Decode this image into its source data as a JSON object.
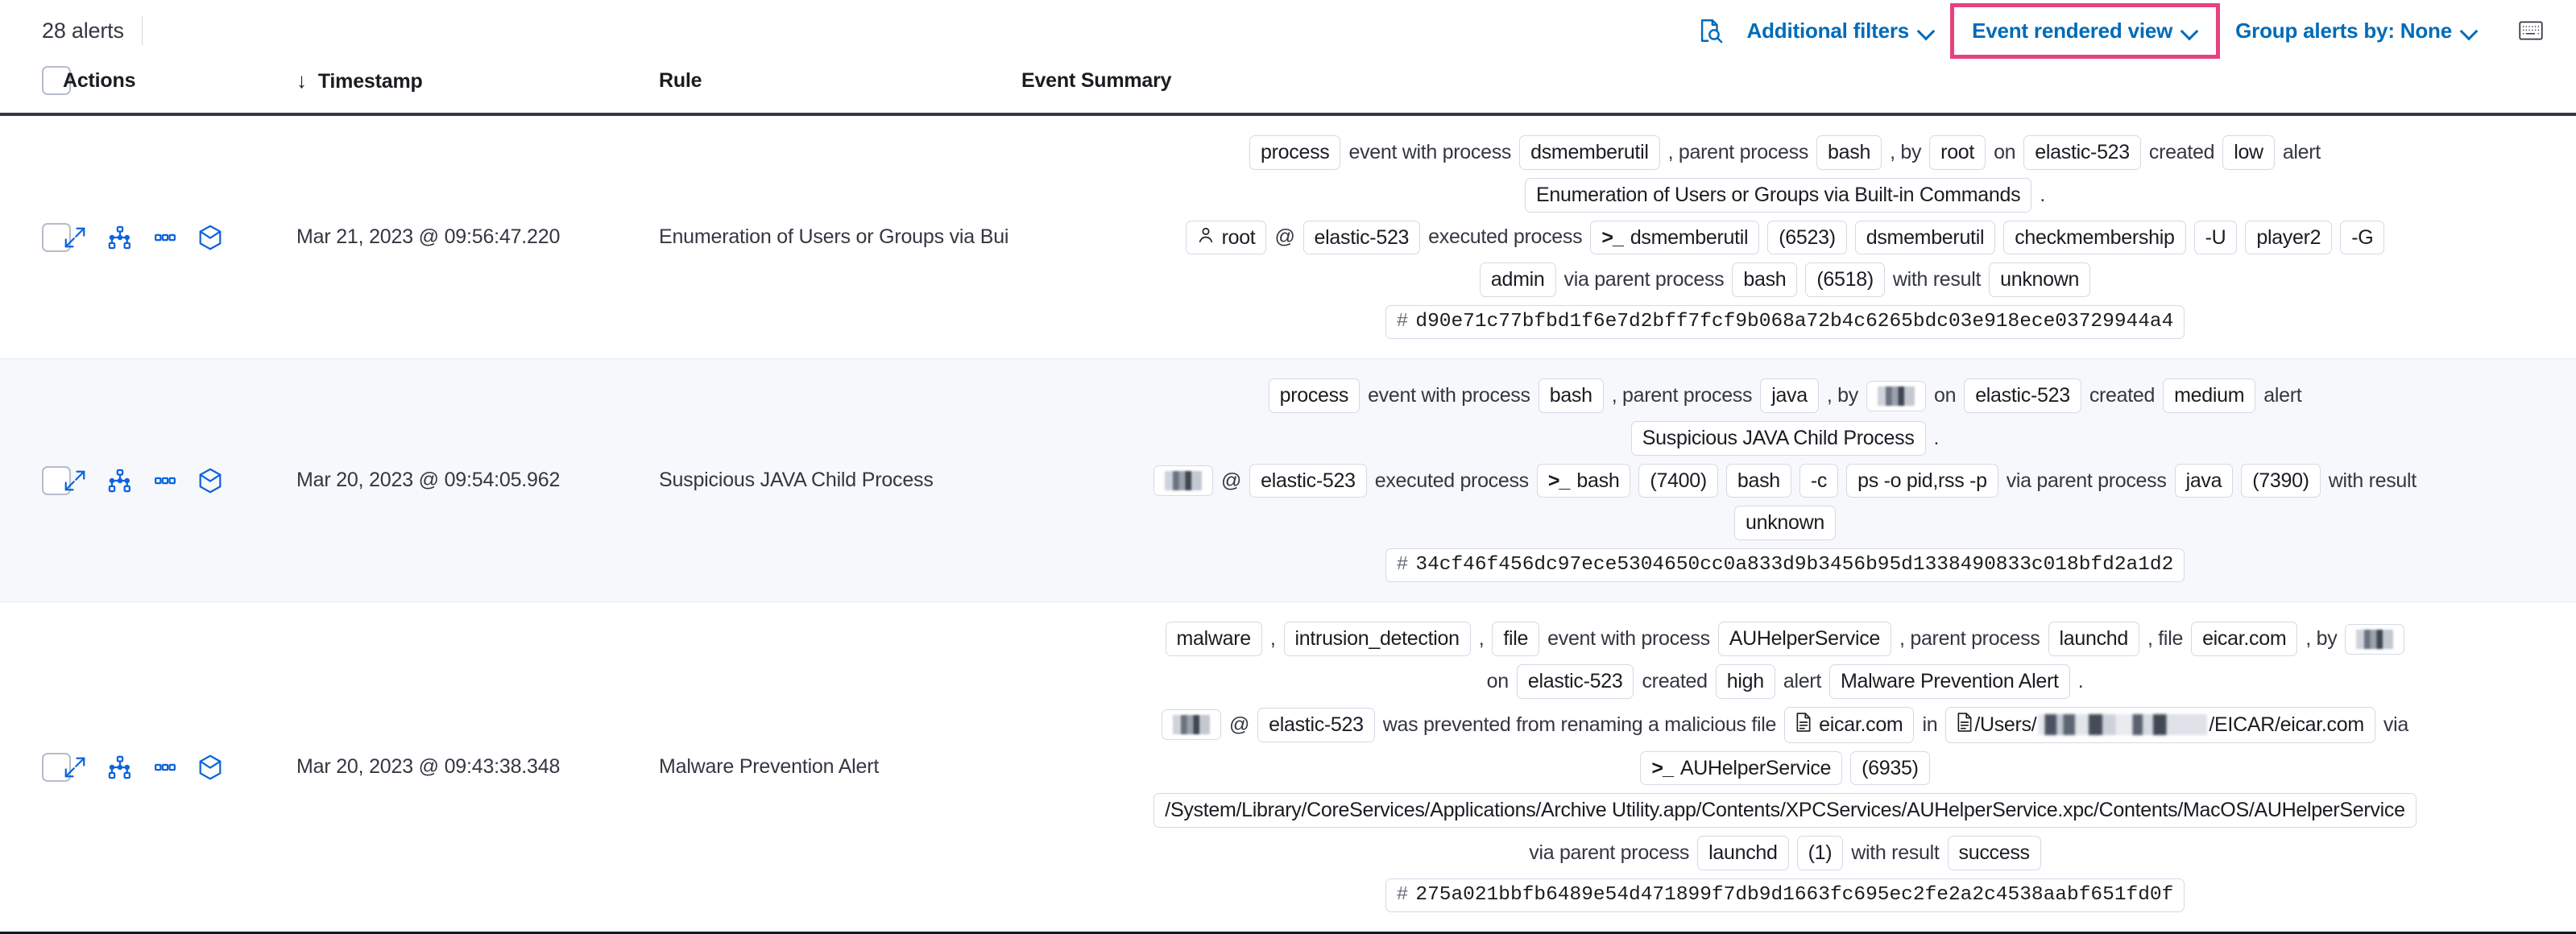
{
  "toolbar": {
    "alerts_count": "28 alerts",
    "inspect_icon": "inspect-query-icon",
    "additional_filters": "Additional filters",
    "event_rendered_view": "Event rendered view",
    "group_alerts_by": "Group alerts by: None",
    "keyboard_icon": "keyboard-shortcuts-icon",
    "highlight_color": "#e7417f",
    "link_color": "#006bb8"
  },
  "table": {
    "headers": {
      "select_all": "select-all-checkbox",
      "actions": "Actions",
      "timestamp": "Timestamp",
      "sort_indicator": "↓",
      "rule": "Rule",
      "event_summary": "Event Summary"
    },
    "row_actions": [
      "expand-icon",
      "analyzer-icon",
      "more-actions-icon",
      "session-view-icon"
    ],
    "rows": [
      {
        "timestamp": "Mar 21, 2023 @ 09:56:47.220",
        "rule": "Enumeration of Users or Groups via Bui",
        "summary_lines": [
          {
            "align": "center",
            "tokens": [
              {
                "t": "pill",
                "v": "process"
              },
              {
                "t": "txt",
                "v": "event with process"
              },
              {
                "t": "pill",
                "v": "dsmemberutil"
              },
              {
                "t": "txt",
                "v": ", parent process"
              },
              {
                "t": "pill",
                "v": "bash"
              },
              {
                "t": "txt",
                "v": ", by"
              },
              {
                "t": "pill",
                "v": "root"
              },
              {
                "t": "txt",
                "v": "on"
              },
              {
                "t": "pill",
                "v": "elastic-523"
              },
              {
                "t": "txt",
                "v": "created"
              },
              {
                "t": "pill",
                "v": "low"
              },
              {
                "t": "txt",
                "v": "alert"
              }
            ]
          },
          {
            "align": "center",
            "tokens": [
              {
                "t": "pill",
                "v": "Enumeration of Users or Groups via Built-in Commands"
              },
              {
                "t": "txt",
                "v": "."
              }
            ]
          },
          {
            "align": "center",
            "tokens": [
              {
                "t": "pill-user",
                "v": "root"
              },
              {
                "t": "txt",
                "v": "@"
              },
              {
                "t": "pill",
                "v": "elastic-523"
              },
              {
                "t": "txt",
                "v": "executed process"
              },
              {
                "t": "pill-proc",
                "v": "dsmemberutil"
              },
              {
                "t": "pill",
                "v": "(6523)"
              },
              {
                "t": "pill",
                "v": "dsmemberutil"
              },
              {
                "t": "pill",
                "v": "checkmembership"
              },
              {
                "t": "pill",
                "v": "-U"
              },
              {
                "t": "pill",
                "v": "player2"
              },
              {
                "t": "pill",
                "v": "-G"
              }
            ]
          },
          {
            "align": "center",
            "tokens": [
              {
                "t": "pill",
                "v": "admin"
              },
              {
                "t": "txt",
                "v": "via parent process"
              },
              {
                "t": "pill",
                "v": "bash"
              },
              {
                "t": "pill",
                "v": "(6518)"
              },
              {
                "t": "txt",
                "v": "with result"
              },
              {
                "t": "pill",
                "v": "unknown"
              }
            ]
          },
          {
            "align": "center",
            "tokens": [
              {
                "t": "pill-hash",
                "v": "d90e71c77bfbd1f6e7d2bff7fcf9b068a72b4c6265bdc03e918ece03729944a4"
              }
            ]
          }
        ]
      },
      {
        "timestamp": "Mar 20, 2023 @ 09:54:05.962",
        "rule": "Suspicious JAVA Child Process",
        "summary_lines": [
          {
            "align": "center",
            "tokens": [
              {
                "t": "pill",
                "v": "process"
              },
              {
                "t": "txt",
                "v": "event with process"
              },
              {
                "t": "pill",
                "v": "bash"
              },
              {
                "t": "txt",
                "v": ", parent process"
              },
              {
                "t": "pill",
                "v": "java"
              },
              {
                "t": "txt",
                "v": ", by"
              },
              {
                "t": "pill-redacted",
                "v": ""
              },
              {
                "t": "txt",
                "v": "on"
              },
              {
                "t": "pill",
                "v": "elastic-523"
              },
              {
                "t": "txt",
                "v": "created"
              },
              {
                "t": "pill",
                "v": "medium"
              },
              {
                "t": "txt",
                "v": "alert"
              }
            ]
          },
          {
            "align": "center",
            "tokens": [
              {
                "t": "pill",
                "v": "Suspicious JAVA Child Process"
              },
              {
                "t": "txt",
                "v": "."
              }
            ]
          },
          {
            "align": "center",
            "tokens": [
              {
                "t": "pill-redacted",
                "v": ""
              },
              {
                "t": "txt",
                "v": "@"
              },
              {
                "t": "pill",
                "v": "elastic-523"
              },
              {
                "t": "txt",
                "v": "executed process"
              },
              {
                "t": "pill-proc",
                "v": "bash"
              },
              {
                "t": "pill",
                "v": "(7400)"
              },
              {
                "t": "pill",
                "v": "bash"
              },
              {
                "t": "pill",
                "v": "-c"
              },
              {
                "t": "pill",
                "v": "ps -o pid,rss -p"
              },
              {
                "t": "txt",
                "v": "via parent process"
              },
              {
                "t": "pill",
                "v": "java"
              },
              {
                "t": "pill",
                "v": "(7390)"
              },
              {
                "t": "txt",
                "v": "with result"
              }
            ]
          },
          {
            "align": "center",
            "tokens": [
              {
                "t": "pill",
                "v": "unknown"
              }
            ]
          },
          {
            "align": "center",
            "tokens": [
              {
                "t": "pill-hash",
                "v": "34cf46f456dc97ece5304650cc0a833d9b3456b95d1338490833c018bfd2a1d2"
              }
            ]
          }
        ]
      },
      {
        "timestamp": "Mar 20, 2023 @ 09:43:38.348",
        "rule": "Malware Prevention Alert",
        "summary_lines": [
          {
            "align": "center",
            "tokens": [
              {
                "t": "pill",
                "v": "malware"
              },
              {
                "t": "txt",
                "v": ","
              },
              {
                "t": "pill",
                "v": "intrusion_detection"
              },
              {
                "t": "txt",
                "v": ","
              },
              {
                "t": "pill",
                "v": "file"
              },
              {
                "t": "txt",
                "v": "event with process"
              },
              {
                "t": "pill",
                "v": "AUHelperService"
              },
              {
                "t": "txt",
                "v": ", parent process"
              },
              {
                "t": "pill",
                "v": "launchd"
              },
              {
                "t": "txt",
                "v": ", file"
              },
              {
                "t": "pill",
                "v": "eicar.com"
              },
              {
                "t": "txt",
                "v": ", by"
              },
              {
                "t": "pill-redacted",
                "v": ""
              }
            ]
          },
          {
            "align": "center",
            "tokens": [
              {
                "t": "txt",
                "v": "on"
              },
              {
                "t": "pill",
                "v": "elastic-523"
              },
              {
                "t": "txt",
                "v": "created"
              },
              {
                "t": "pill",
                "v": "high"
              },
              {
                "t": "txt",
                "v": "alert"
              },
              {
                "t": "pill",
                "v": "Malware Prevention Alert"
              },
              {
                "t": "txt",
                "v": "."
              }
            ]
          },
          {
            "align": "center",
            "tokens": [
              {
                "t": "pill-redacted",
                "v": ""
              },
              {
                "t": "txt",
                "v": "@"
              },
              {
                "t": "pill",
                "v": "elastic-523"
              },
              {
                "t": "txt",
                "v": "was prevented from renaming a malicious file"
              },
              {
                "t": "pill-file",
                "v": "eicar.com"
              },
              {
                "t": "txt",
                "v": "in"
              },
              {
                "t": "pill-file-redacted",
                "v": "/Users/",
                "suffix": "/EICAR/eicar.com"
              },
              {
                "t": "txt",
                "v": "via"
              }
            ]
          },
          {
            "align": "center",
            "tokens": [
              {
                "t": "pill-proc",
                "v": "AUHelperService"
              },
              {
                "t": "pill",
                "v": "(6935)"
              }
            ]
          },
          {
            "align": "center",
            "tokens": [
              {
                "t": "pill",
                "v": "/System/Library/CoreServices/Applications/Archive Utility.app/Contents/XPCServices/AUHelperService.xpc/Contents/MacOS/AUHelperService"
              }
            ]
          },
          {
            "align": "center",
            "tokens": [
              {
                "t": "txt",
                "v": "via parent process"
              },
              {
                "t": "pill",
                "v": "launchd"
              },
              {
                "t": "pill",
                "v": "(1)"
              },
              {
                "t": "txt",
                "v": "with result"
              },
              {
                "t": "pill",
                "v": "success"
              }
            ]
          },
          {
            "align": "center",
            "tokens": [
              {
                "t": "pill-hash",
                "v": "275a021bbfb6489e54d471899f7db9d1663fc695ec2fe2a2c4538aabf651fd0f"
              }
            ]
          }
        ]
      }
    ]
  }
}
